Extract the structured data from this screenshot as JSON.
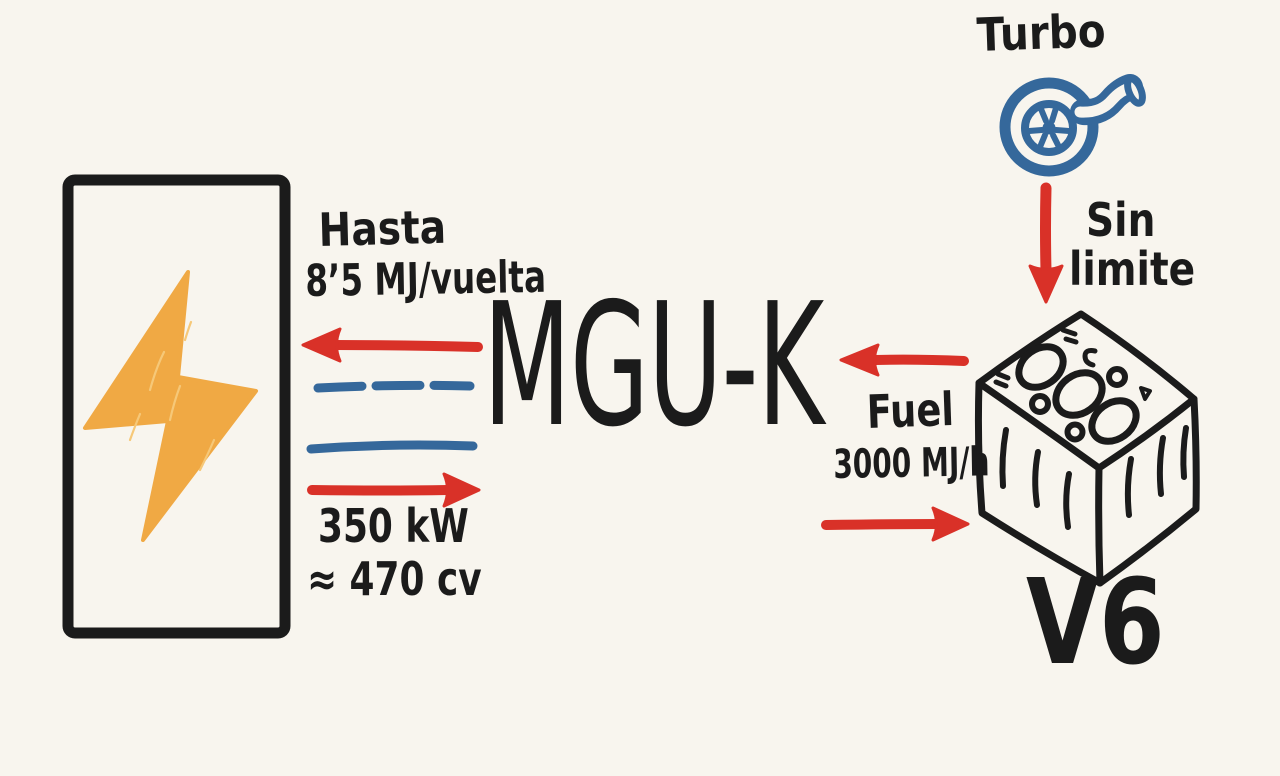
{
  "diagram": {
    "colors": {
      "paper": "#F8F5EE",
      "ink": "#1B1B1B",
      "red": "#D93128",
      "blue": "#35689B",
      "yellow": "#F0A944"
    },
    "energy_store": {
      "icon": "lightning-bolt"
    },
    "mgu": {
      "label": "MGU-K"
    },
    "engine": {
      "label": "V6",
      "icon": "engine-block"
    },
    "turbo": {
      "label": "Turbo",
      "icon": "turbocharger"
    },
    "turbo_note": {
      "line1": "Sin",
      "line2": "limite"
    },
    "recovery_flow": {
      "line1": "Hasta",
      "line2": "8’5 MJ/vuelta",
      "arrow": "red, MGU-K to battery"
    },
    "deploy_flow": {
      "line1": "350 kW",
      "line2": "≈ 470 cv",
      "arrow": "red, battery to MGU-K"
    },
    "electric_lines": {
      "dashed": "blue dashed line",
      "solid": "blue solid line"
    },
    "fuel_flow": {
      "line1": "Fuel",
      "line2": "3000 MJ/h",
      "arrows": "red, between V6 and MGU-K"
    }
  }
}
